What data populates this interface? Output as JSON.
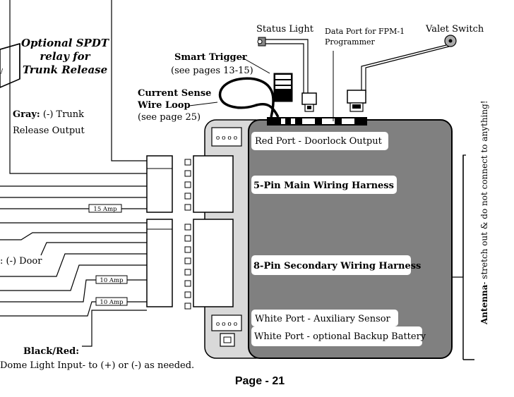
{
  "relay": {
    "title": [
      "Optional SPDT",
      "relay for",
      "Trunk Release"
    ],
    "gray_label_bold": "Gray:",
    "gray_label_rest": " (-) Trunk",
    "gray_label_line2": "Release Output"
  },
  "smart_trigger": {
    "title": "Smart Trigger",
    "note": "(see pages 13-15)"
  },
  "current_sense": {
    "title": [
      "Current Sense",
      "Wire Loop"
    ],
    "note": "(see page 25)"
  },
  "status_light": "Status Light",
  "data_port": [
    "Data Port for FPM-1",
    "Programmer"
  ],
  "valet_switch": "Valet Switch",
  "ports": {
    "red": "Red  Port - Doorlock Output",
    "main5": "5-Pin  Main Wiring Harness",
    "secondary8": "8-Pin  Secondary Wiring Harness",
    "white_aux": "White Port - Auxiliary Sensor",
    "white_backup": "White Port - optional  Backup Battery"
  },
  "fuses": {
    "f15": "15 Amp",
    "f10a": "10 Amp",
    "f10b": "10 Amp"
  },
  "door_label": ": (-) Door",
  "black_red": {
    "label": "Black/Red:",
    "note": "Dome Light Input- to (+) or (-) as needed."
  },
  "antenna": {
    "bold": "Antenna",
    "rest": "- stretch out & do not connect to anything!"
  },
  "page": "Page - 21"
}
